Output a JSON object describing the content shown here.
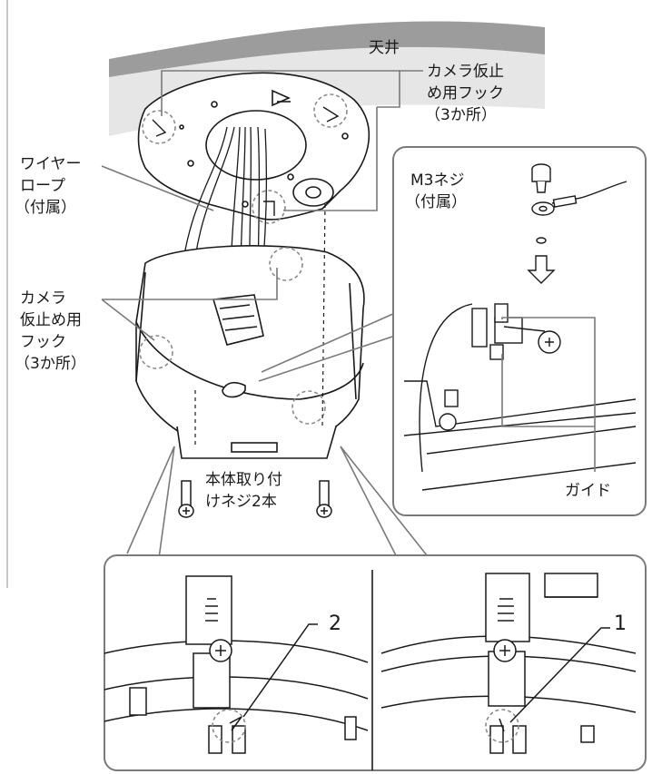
{
  "labels": {
    "ceiling": "天井",
    "hook_top": [
      "カメラ仮止",
      "め用フック",
      "（3か所）"
    ],
    "wire_rope": [
      "ワイヤー",
      "ロープ",
      "（付属）"
    ],
    "hook_left": [
      "カメラ",
      "仮止め用",
      "フック",
      "（3か所）"
    ],
    "m3_screw": [
      "M3ネジ",
      "（付属）"
    ],
    "body_screws": [
      "本体取り付",
      "けネジ2本"
    ],
    "guide": "ガイド",
    "num_2": "2",
    "num_1": "1"
  },
  "colors": {
    "line": "#1a1a1a",
    "ceiling_fill": "#9a9a9a",
    "ceiling_shade": "#e4e4e4",
    "callout_line": "#7a7a7a",
    "dashed": "#8a8a8a",
    "panel_border": "#888888"
  }
}
